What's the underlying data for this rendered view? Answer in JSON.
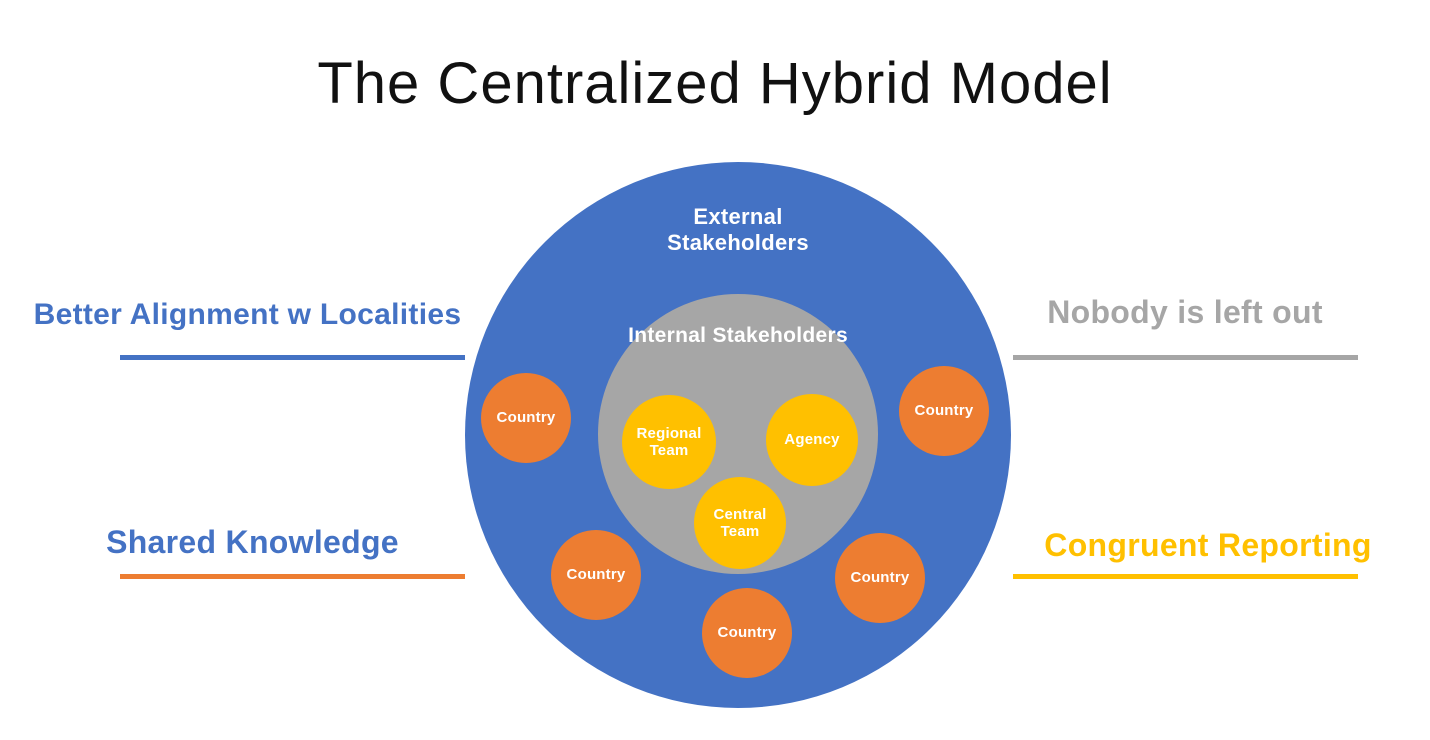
{
  "page": {
    "title": "The Centralized Hybrid Model",
    "background": "#FFFFFF"
  },
  "colors": {
    "blue": "#4472C4",
    "gray": "#A6A6A6",
    "orange": "#ED7D31",
    "yellow": "#FFC000"
  },
  "diagram": {
    "outer_circle": {
      "label": "External Stakeholders",
      "color": "#4472C4"
    },
    "inner_circle": {
      "label": "Internal Stakeholders",
      "color": "#A6A6A6"
    },
    "team_nodes": [
      {
        "label": "Regional Team",
        "color": "#FFC000"
      },
      {
        "label": "Agency",
        "color": "#FFC000"
      },
      {
        "label": "Central Team",
        "color": "#FFC000"
      }
    ],
    "country_nodes": [
      {
        "label": "Country",
        "color": "#ED7D31"
      },
      {
        "label": "Country",
        "color": "#ED7D31"
      },
      {
        "label": "Country",
        "color": "#ED7D31"
      },
      {
        "label": "Country",
        "color": "#ED7D31"
      },
      {
        "label": "Country",
        "color": "#ED7D31"
      }
    ]
  },
  "annotations": {
    "top_left": {
      "label": "Better Alignment w Localities",
      "text_color": "#4472C4",
      "line_color": "#4472C4"
    },
    "bottom_left": {
      "label": "Shared Knowledge",
      "text_color": "#4472C4",
      "line_color": "#ED7D31"
    },
    "top_right": {
      "label": "Nobody is left out",
      "text_color": "#A6A6A6",
      "line_color": "#A6A6A6"
    },
    "bottom_right": {
      "label": "Congruent Reporting",
      "text_color": "#FFC000",
      "line_color": "#FFC000"
    }
  }
}
